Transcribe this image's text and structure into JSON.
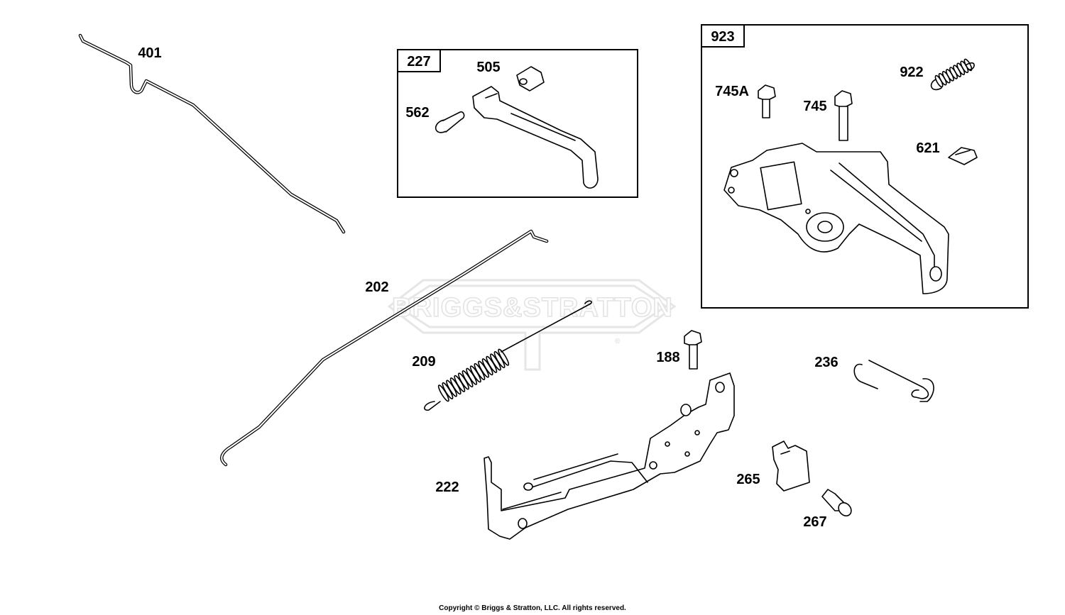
{
  "watermark": {
    "text": "BRIGGS&STRATTON",
    "registered": "®"
  },
  "kits": {
    "k227": {
      "label": "227"
    },
    "k923": {
      "label": "923"
    }
  },
  "callouts": {
    "c401": "401",
    "c505": "505",
    "c562": "562",
    "c745A": "745A",
    "c745": "745",
    "c922": "922",
    "c621": "621",
    "c202": "202",
    "c209": "209",
    "c188": "188",
    "c236": "236",
    "c222": "222",
    "c265": "265",
    "c267": "267"
  },
  "footer": {
    "copyright": "Copyright © Briggs & Stratton, LLC. All rights reserved."
  }
}
